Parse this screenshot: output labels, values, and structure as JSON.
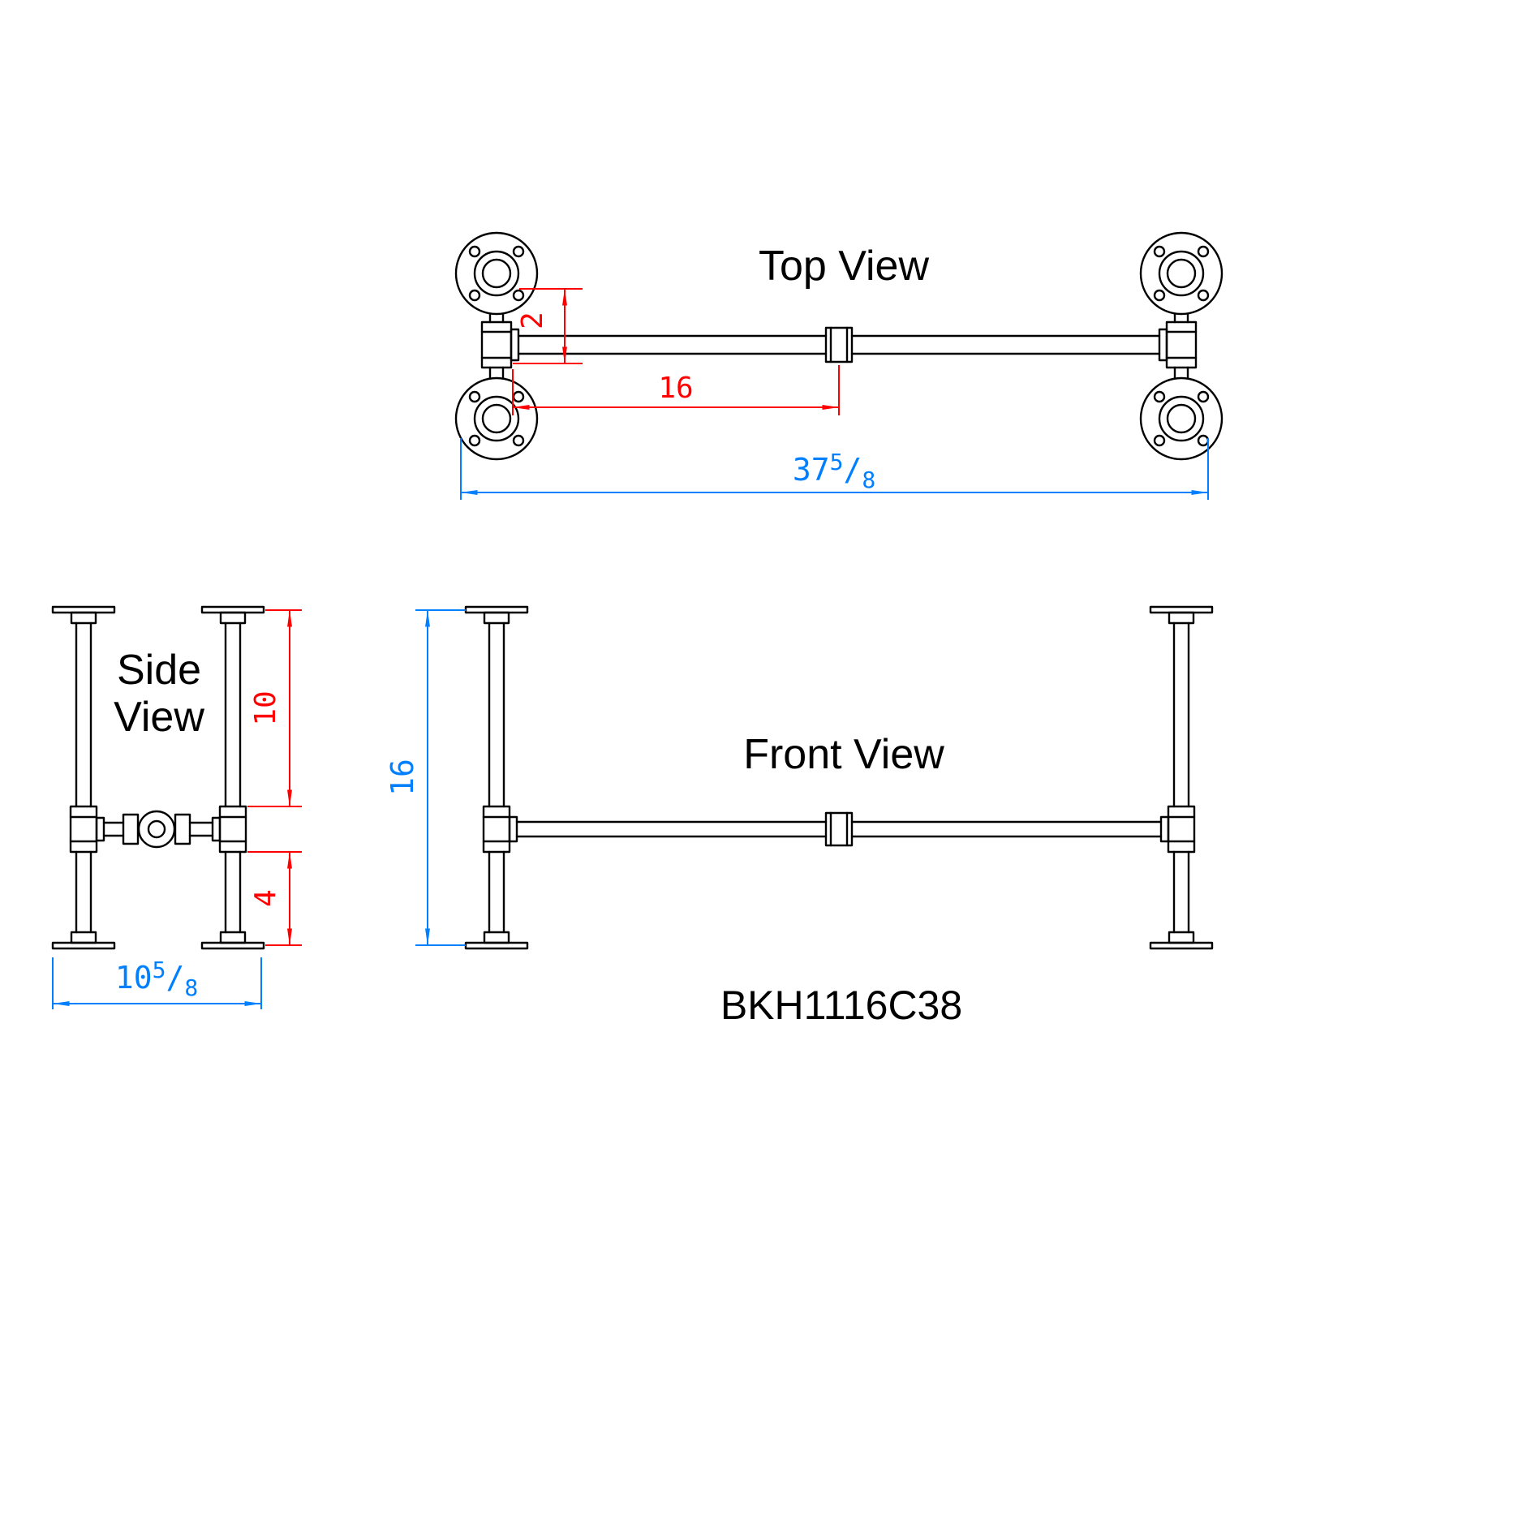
{
  "colors": {
    "geometry": "#000000",
    "dimension_red": "#FF0000",
    "dimension_blue": "#0080FF",
    "background": "#FFFFFF"
  },
  "views": {
    "top": {
      "label": "Top View"
    },
    "side": {
      "line1": "Side",
      "line2": "View"
    },
    "front": {
      "label": "Front View"
    }
  },
  "dims": {
    "offset": {
      "value": "2"
    },
    "half_span": {
      "value": "16"
    },
    "overall_width": {
      "whole": "37",
      "num": "5",
      "den": "8"
    },
    "upper_height": {
      "value": "10"
    },
    "lower_height": {
      "value": "4"
    },
    "depth": {
      "whole": "10",
      "num": "5",
      "den": "8"
    },
    "height": {
      "value": "16"
    }
  },
  "sym": {
    "slash": "/"
  },
  "model": {
    "number": "BKH1116C38"
  }
}
